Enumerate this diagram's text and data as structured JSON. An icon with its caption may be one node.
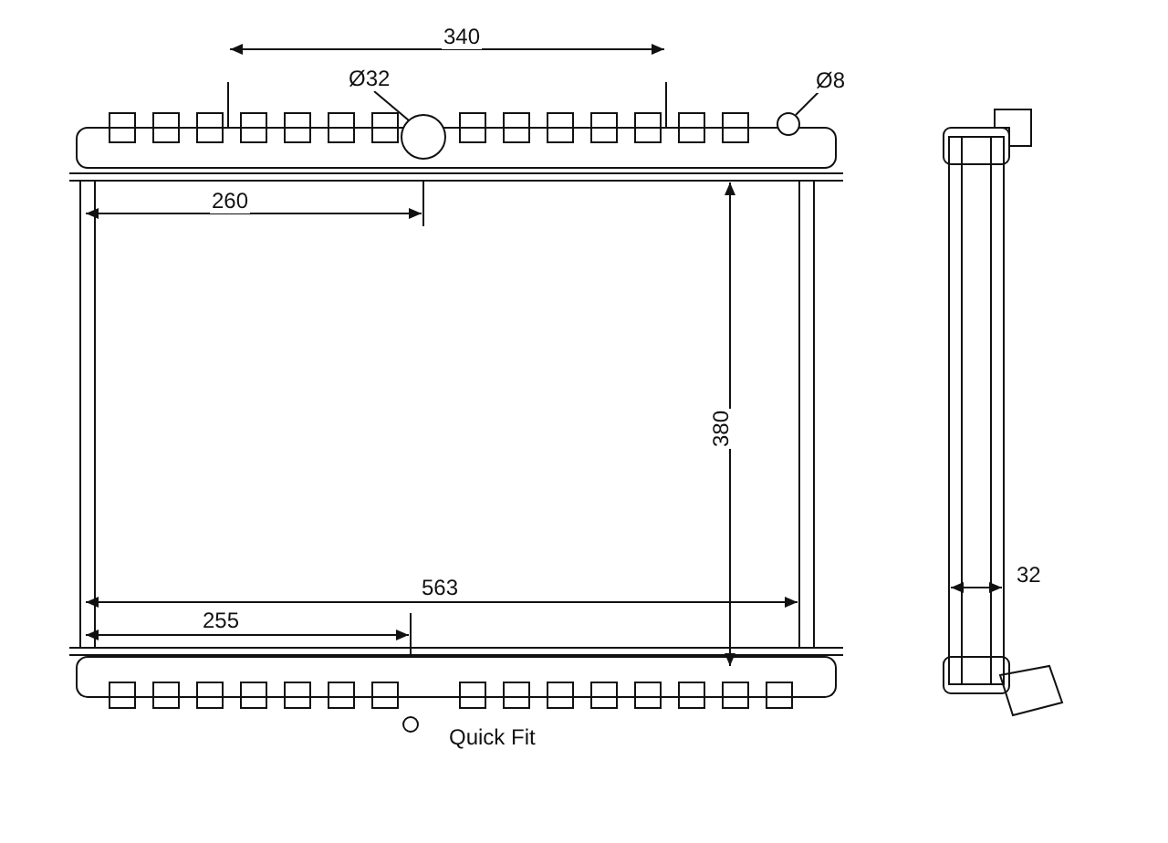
{
  "diagram": {
    "nodes": [
      {
        "text": [
          "Ø32"
        ]
      },
      {
        "text": [],
        "shape": "circle"
      },
      {
        "text": [
          "Ø8"
        ]
      },
      {
        "text": [],
        "shape": "circle"
      }
    ],
    "edges": [
      {
        "from": 0,
        "to": 1,
        "arrow": "none"
      },
      {
        "from": 2,
        "to": 3,
        "arrow": "none"
      }
    ],
    "labels": [
      "340",
      "260",
      "380",
      "563",
      "255",
      "Quick Fit",
      "32"
    ]
  }
}
